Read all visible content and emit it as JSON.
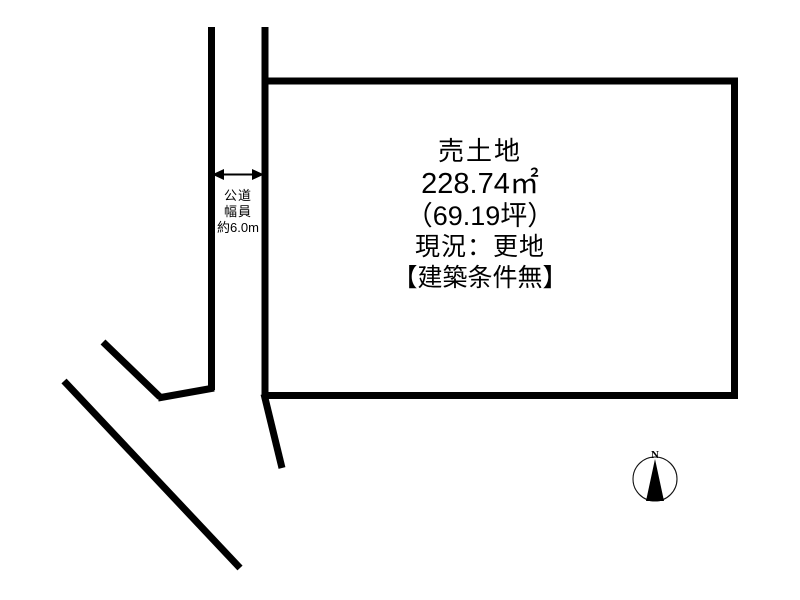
{
  "document": {
    "type": "property-plot-diagram",
    "background_color": "#ffffff",
    "line_color": "#000000"
  },
  "parcel": {
    "title": "売土地",
    "area_sqm": "228.74",
    "area_unit": "㎡",
    "area_line": "228.74㎡",
    "area_tsubo_line": "（69.19坪）",
    "area_tsubo_value": "69.19",
    "area_tsubo_unit": "坪",
    "status_line": "現況：更地",
    "condition_line": "【建築条件無】"
  },
  "road": {
    "label_line1": "公道",
    "label_line2": "幅員",
    "label_line3": "約6.0m",
    "width_value": "6.0",
    "width_unit": "m",
    "dimension_arrow": "double-headed-horizontal-arrow"
  },
  "compass": {
    "north_label": "N",
    "shape": "circle-with-north-needle"
  }
}
